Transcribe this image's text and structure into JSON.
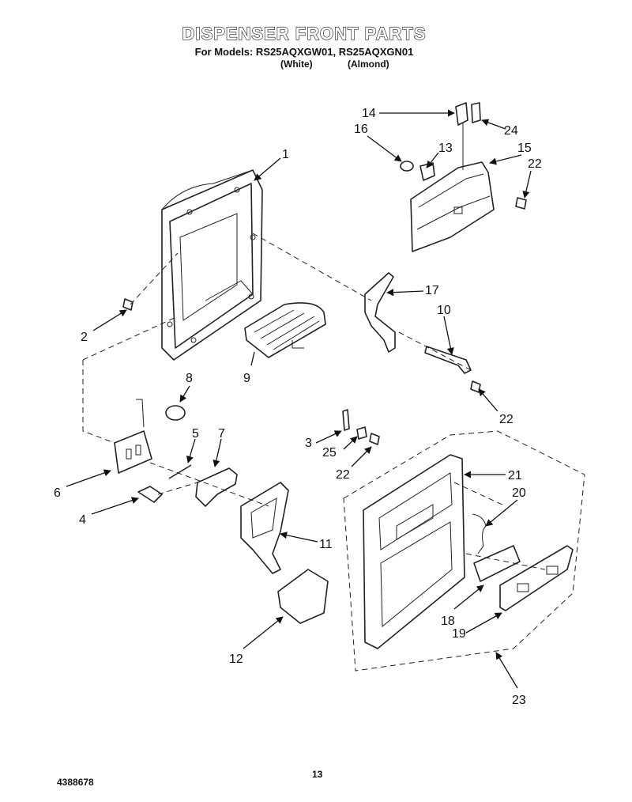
{
  "header": {
    "title": "DISPENSER FRONT PARTS",
    "models_line": "For Models: RS25AQXGW01, RS25AQXGN01",
    "variant_white": "(White)",
    "variant_almond": "(Almond)"
  },
  "callouts": {
    "c1": "1",
    "c2": "2",
    "c3": "3",
    "c4": "4",
    "c5": "5",
    "c6": "6",
    "c7": "7",
    "c8": "8",
    "c9": "9",
    "c10": "10",
    "c11": "11",
    "c12": "12",
    "c13": "13",
    "c14": "14",
    "c15": "15",
    "c16": "16",
    "c17": "17",
    "c18": "18",
    "c19": "19",
    "c20": "20",
    "c21": "21",
    "c22a": "22",
    "c22b": "22",
    "c22c": "22",
    "c23": "23",
    "c24": "24",
    "c25": "25"
  },
  "footer": {
    "page_number": "13",
    "document_number": "4388678"
  }
}
